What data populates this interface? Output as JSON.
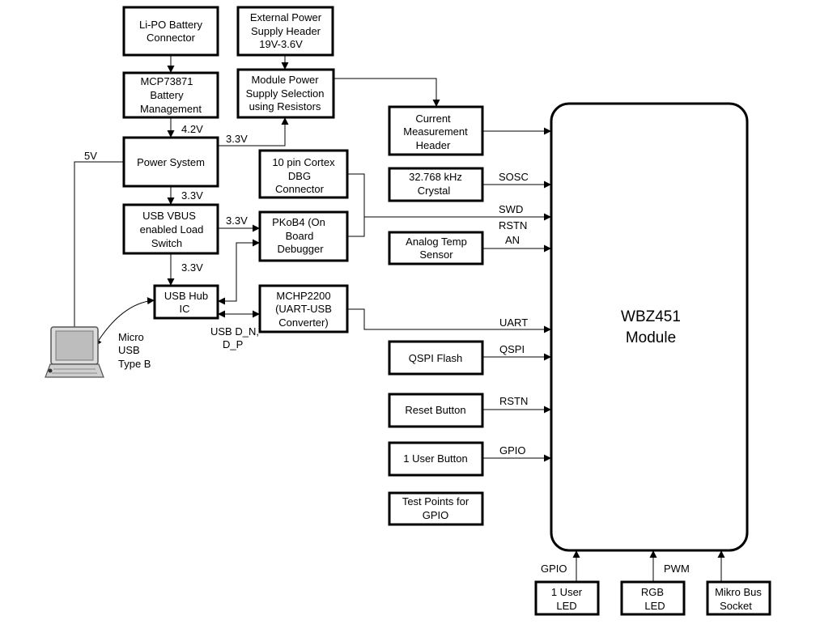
{
  "blocks": {
    "lipo": [
      "Li-PO Battery",
      "Connector"
    ],
    "ext_power": [
      "External Power",
      "Supply Header",
      "19V-3.6V"
    ],
    "mcp73871": [
      "MCP73871",
      "Battery",
      "Management"
    ],
    "module_power": [
      "Module Power",
      "Supply Selection",
      "using Resistors"
    ],
    "current_meas": [
      "Current",
      "Measurement",
      "Header"
    ],
    "power_system": [
      "Power System"
    ],
    "cortex_dbg": [
      "10 pin Cortex",
      "DBG",
      "Connector"
    ],
    "crystal": [
      "32.768 kHz",
      "Crystal"
    ],
    "usb_vbus": [
      "USB VBUS",
      "enabled Load",
      "Switch"
    ],
    "pkob4": [
      "PKoB4 (On",
      "Board",
      "Debugger"
    ],
    "analog_temp": [
      "Analog Temp",
      "Sensor"
    ],
    "usb_hub": [
      "USB Hub",
      "IC"
    ],
    "mchp2200": [
      "MCHP2200",
      "(UART-USB",
      "Converter)"
    ],
    "qspi_flash": [
      "QSPI Flash"
    ],
    "reset_button": [
      "Reset Button"
    ],
    "user_button": [
      "1 User Button"
    ],
    "test_points": [
      "Test Points for",
      "GPIO"
    ],
    "user_led": [
      "1 User",
      "LED"
    ],
    "rgb_led": [
      "RGB",
      "LED"
    ],
    "mikro_bus": [
      "Mikro Bus",
      "Socket"
    ],
    "wbz451": [
      "WBZ451",
      "Module"
    ]
  },
  "labels": {
    "v42": "4.2V",
    "v33_power_to_module": "3.3V",
    "v33_power_to_vbus": "3.3V",
    "v33_vbus_to_pkob": "3.3V",
    "v33_vbus_to_hub": "3.3V",
    "v5": "5V",
    "usb_d": [
      "USB D_N,",
      "D_P"
    ],
    "micro_usb": [
      "Micro",
      "USB",
      "Type B"
    ],
    "sosc": "SOSC",
    "swd": "SWD",
    "rstn_dbg": "RSTN",
    "an": "AN",
    "uart": "UART",
    "qspi": "QSPI",
    "rstn_reset": "RSTN",
    "gpio_button": "GPIO",
    "gpio_led": "GPIO",
    "pwm": "PWM"
  }
}
